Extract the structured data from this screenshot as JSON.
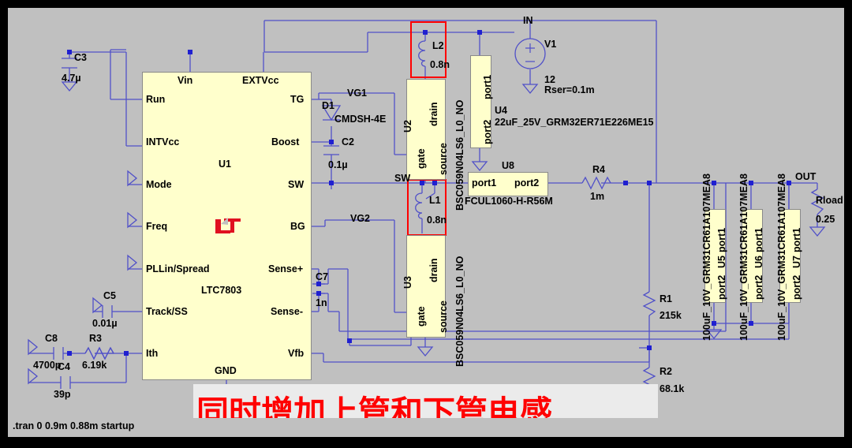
{
  "window": {
    "background_color": "#c0c0c0",
    "wire_color": "#5050c8",
    "node_color": "#2020d0",
    "component_fill": "#ffffcc",
    "highlight_color": "#ff0000",
    "text_color": "#000000"
  },
  "statusbar": {
    "directive": ".tran 0 0.9m 0.88m startup"
  },
  "annotation": {
    "text": "同时增加上管和下管电感",
    "color": "#ff0000"
  },
  "main_ic": {
    "ref": "U1",
    "part": "LTC7803",
    "logo": "linear-technology-logo",
    "pins_left": [
      "Run",
      "INTVcc",
      "Mode",
      "Freq",
      "PLLin/Spread",
      "Track/SS",
      "Ith"
    ],
    "pins_right": [
      "TG",
      "Boost",
      "SW",
      "BG",
      "Sense+",
      "Sense-",
      "Vfb"
    ],
    "pins_top": [
      "Vin",
      "EXTVcc"
    ],
    "pins_bottom": [
      "GND"
    ]
  },
  "net_labels": {
    "in": "IN",
    "out": "OUT",
    "sw": "SW",
    "vg1": "VG1",
    "vg2": "VG2"
  },
  "components": [
    {
      "ref": "C3",
      "value": "4.7µ",
      "type": "capacitor"
    },
    {
      "ref": "C5",
      "value": "0.01µ",
      "type": "capacitor"
    },
    {
      "ref": "C8",
      "value": "4700p",
      "type": "capacitor"
    },
    {
      "ref": "C4",
      "value": "39p",
      "type": "capacitor"
    },
    {
      "ref": "C2",
      "value": "0.1µ",
      "type": "capacitor"
    },
    {
      "ref": "C7",
      "value": "1n",
      "type": "capacitor"
    },
    {
      "ref": "R3",
      "value": "6.19k",
      "type": "resistor"
    },
    {
      "ref": "R4",
      "value": "1m",
      "type": "resistor"
    },
    {
      "ref": "R1",
      "value": "215k",
      "type": "resistor"
    },
    {
      "ref": "R2",
      "value": "68.1k",
      "type": "resistor"
    },
    {
      "ref": "Rload",
      "value": "0.25",
      "type": "resistor"
    },
    {
      "ref": "D1",
      "value": "CMDSH-4E",
      "type": "diode"
    },
    {
      "ref": "L2",
      "value": "0.8n",
      "type": "inductor"
    },
    {
      "ref": "L1",
      "value": "0.8n",
      "type": "inductor"
    },
    {
      "ref": "V1",
      "value": "12",
      "value2": "Rser=0.1m",
      "type": "voltage-source"
    }
  ],
  "mosfets": [
    {
      "ref": "U2",
      "part": "BSC059N04LS6_L0_NO",
      "pins": [
        "drain",
        "gate",
        "source"
      ]
    },
    {
      "ref": "U3",
      "part": "BSC059N04LS6_L0_NO",
      "pins": [
        "drain",
        "gate",
        "source"
      ]
    }
  ],
  "twoport_blocks": [
    {
      "ref": "U4",
      "part": "22uF_25V_GRM32ER71E226ME15",
      "pins": [
        "port1",
        "port2"
      ]
    },
    {
      "ref": "U8",
      "part": "FCUL1060-H-R56M",
      "pins": [
        "port1",
        "port2"
      ]
    },
    {
      "ref": "U5",
      "part": "100uF_10V_GRM31CR61A107MEA8",
      "pins": [
        "port1",
        "port2"
      ]
    },
    {
      "ref": "U6",
      "part": "100uF_10V_GRM31CR61A107MEA8",
      "pins": [
        "port1",
        "port2"
      ]
    },
    {
      "ref": "U7",
      "part": "100uF_10V_GRM31CR61A107MEA8",
      "pins": [
        "port1",
        "port2"
      ]
    }
  ]
}
